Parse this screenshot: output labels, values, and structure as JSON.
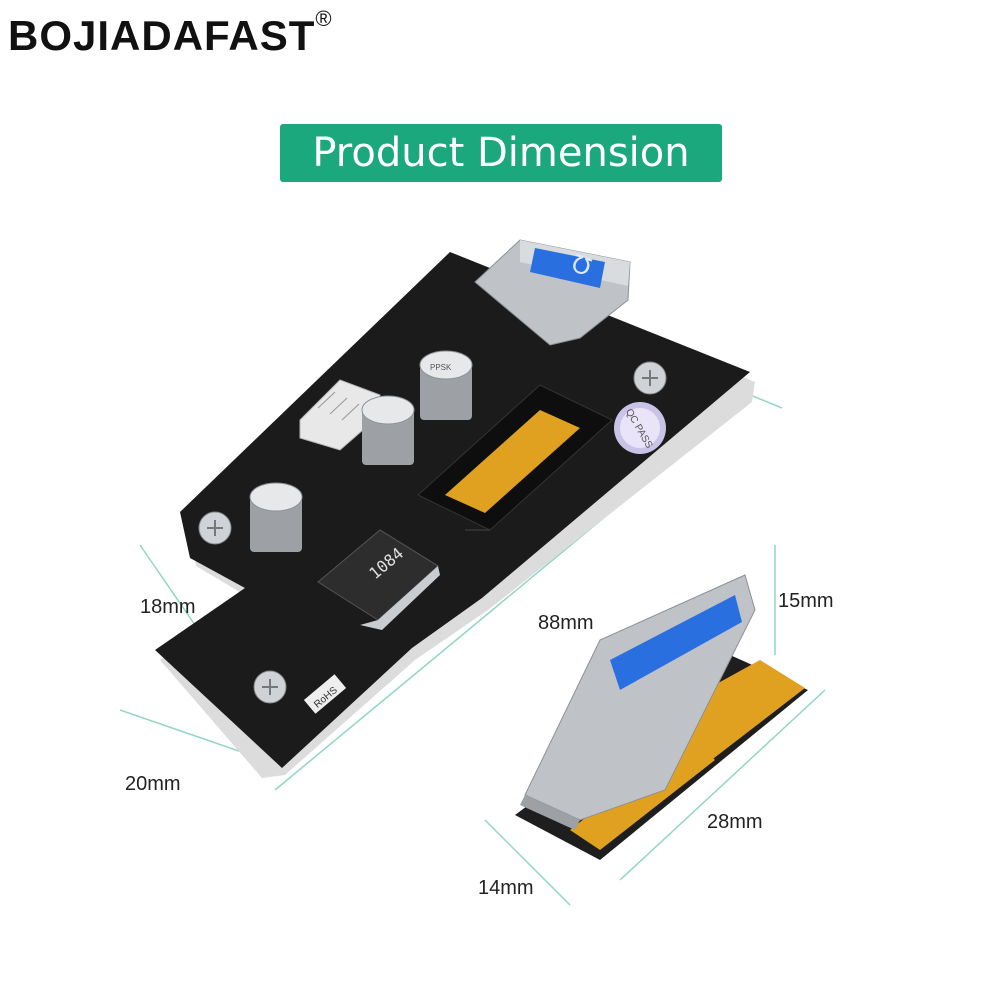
{
  "brand": {
    "name": "BOJIADAFAST",
    "mark": "®"
  },
  "title": "Product Dimension",
  "board": {
    "regulator_label": "1084",
    "rohs_label": "RoHS",
    "cap_text": "PPSK"
  },
  "dimensions": {
    "width_left": "18mm",
    "height_left": "20mm",
    "length": "88mm",
    "connector_height": "15mm",
    "card_length": "28mm",
    "card_width": "14mm"
  },
  "colors": {
    "accent": "#1aa87c",
    "pcb": "#1b1b1b",
    "gold": "#e0a020",
    "steel": "#bfc3c8",
    "usb_blue": "#2a6fe0",
    "dim_line": "#8fd6c4"
  }
}
